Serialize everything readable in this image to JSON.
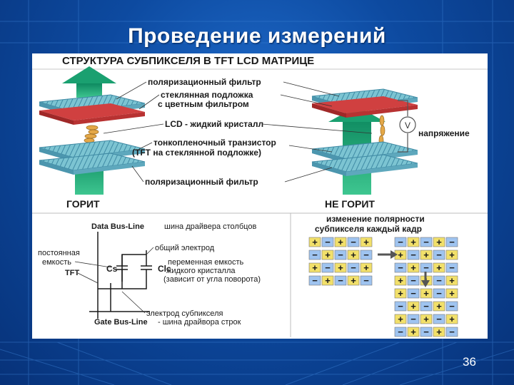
{
  "slide": {
    "title": "Проведение измерений",
    "page_number": "36"
  },
  "figure": {
    "header": "СТРУКТУРА СУБПИКСЕЛЯ В TFT LCD МАТРИЦЕ",
    "labels": {
      "polarizer_top": "поляризационный фильтр",
      "glass_line1": "стеклянная подложка",
      "glass_line2": "с цветным фильтром",
      "lcd": "LCD - жидкий кристалл",
      "tft_line1": "тонкопленочный транзистор",
      "tft_line2": "(TFT на стеклянной подложке)",
      "polarizer_bottom": "поляризационный фильтр",
      "voltage": "напряжение",
      "voltage_symbol": "V",
      "on": "ГОРИТ",
      "off": "НЕ ГОРИТ"
    },
    "circuit": {
      "data_bus": "Data Bus-Line",
      "data_bus_desc": "шина драйвера столбцов",
      "common_electrode": "общий электрод",
      "constant_cap_line1": "постоянная",
      "constant_cap_line2": "емкость",
      "tft": "TFT",
      "cs": "Cs",
      "clc": "Clc",
      "variable_cap_line1": "переменная емкость",
      "variable_cap_line2": "жидкого кристалла",
      "variable_cap_line3": "(зависит от угла поворота)",
      "subpixel_electrode": "электрод субпикселя",
      "gate_bus": "Gate Bus-Line",
      "gate_bus_desc": "- шина драйвора строк"
    },
    "polarity": {
      "line1": "изменение полярности",
      "line2": "субпикселя каждый кадр",
      "plus": "+",
      "minus": "−",
      "grid_a": [
        [
          "+",
          "−",
          "+",
          "−",
          "+"
        ],
        [
          "−",
          "+",
          "−",
          "+",
          "−"
        ],
        [
          "+",
          "−",
          "+",
          "−",
          "+"
        ],
        [
          "−",
          "+",
          "−",
          "+",
          "−"
        ]
      ],
      "grid_b": [
        [
          "−",
          "+",
          "−",
          "+",
          "−"
        ],
        [
          "+",
          "−",
          "+",
          "−",
          "+"
        ],
        [
          "−",
          "+",
          "−",
          "+",
          "−"
        ],
        [
          "+",
          "−",
          "+",
          "−",
          "+"
        ]
      ],
      "grid_c": [
        [
          "+",
          "−",
          "+",
          "−",
          "+"
        ],
        [
          "−",
          "+",
          "−",
          "+",
          "−"
        ],
        [
          "+",
          "−",
          "+",
          "−",
          "+"
        ],
        [
          "−",
          "+",
          "−",
          "+",
          "−"
        ]
      ]
    },
    "colors": {
      "arrow": "#18a878",
      "layer": "#6fb8c8",
      "color_filter": "#cc2a2a",
      "crystal": "#e0a040",
      "plus_bg": "#f2e06a",
      "minus_bg": "#9fc4f0"
    }
  }
}
